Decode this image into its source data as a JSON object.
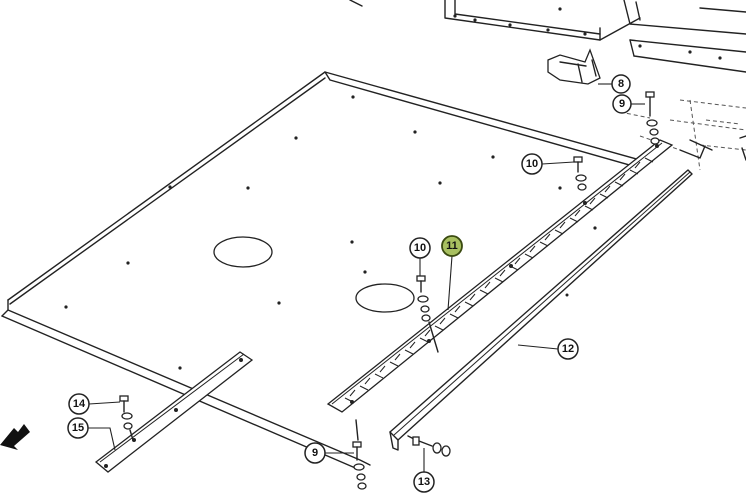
{
  "callouts": [
    {
      "id": "c8",
      "label": "8",
      "highlight": false
    },
    {
      "id": "c9a",
      "label": "9",
      "highlight": false
    },
    {
      "id": "c10a",
      "label": "10",
      "highlight": false
    },
    {
      "id": "c10b",
      "label": "10",
      "highlight": false
    },
    {
      "id": "c11",
      "label": "11",
      "highlight": true
    },
    {
      "id": "c12",
      "label": "12",
      "highlight": false
    },
    {
      "id": "c14",
      "label": "14",
      "highlight": false
    },
    {
      "id": "c15",
      "label": "15",
      "highlight": false
    },
    {
      "id": "c9b",
      "label": "9",
      "highlight": false
    },
    {
      "id": "c13",
      "label": "13",
      "highlight": false
    }
  ],
  "colors": {
    "highlight": "#a8c060",
    "line": "#222222"
  }
}
